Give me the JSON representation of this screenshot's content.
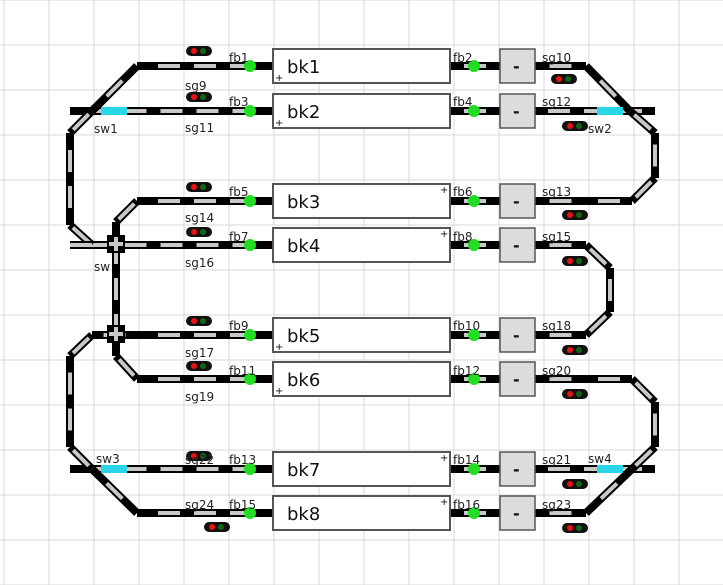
{
  "colors": {
    "grid": "#d9d9d9",
    "track": "#000000",
    "segment": "#c8c8c8",
    "switch_active": "#29d6e6",
    "sensor": "#22dd22",
    "block_border": "#555555",
    "button_fill": "#dcdcdc",
    "signal_body": "#111111",
    "signal_red": "#ee1111",
    "signal_green": "#116611"
  },
  "blocks": [
    {
      "id": "bk1",
      "label": "bk1",
      "plus": "bottom-left"
    },
    {
      "id": "bk2",
      "label": "bk2",
      "plus": "bottom-left"
    },
    {
      "id": "bk3",
      "label": "bk3",
      "plus": "top-right"
    },
    {
      "id": "bk4",
      "label": "bk4",
      "plus": "top-right"
    },
    {
      "id": "bk5",
      "label": "bk5",
      "plus": "bottom-left"
    },
    {
      "id": "bk6",
      "label": "bk6",
      "plus": "bottom-left"
    },
    {
      "id": "bk7",
      "label": "bk7",
      "plus": "top-right"
    },
    {
      "id": "bk8",
      "label": "bk8",
      "plus": "top-right"
    }
  ],
  "plus_glyph": "+",
  "button_label": "-",
  "sensors": [
    {
      "label": "fb1"
    },
    {
      "label": "fb2"
    },
    {
      "label": "fb3"
    },
    {
      "label": "fb4"
    },
    {
      "label": "fb5"
    },
    {
      "label": "fb6"
    },
    {
      "label": "fb7"
    },
    {
      "label": "fb8"
    },
    {
      "label": "fb9"
    },
    {
      "label": "fb10"
    },
    {
      "label": "fb11"
    },
    {
      "label": "fb12"
    },
    {
      "label": "fb13"
    },
    {
      "label": "fb14"
    },
    {
      "label": "fb15"
    },
    {
      "label": "fb16"
    }
  ],
  "signals": [
    {
      "label": "sg9",
      "aspect": "red"
    },
    {
      "label": "sg10",
      "aspect": "red"
    },
    {
      "label": "sg11",
      "aspect": "red"
    },
    {
      "label": "sg12",
      "aspect": "red"
    },
    {
      "label": "sg13",
      "aspect": "red"
    },
    {
      "label": "sg14",
      "aspect": "red"
    },
    {
      "label": "sg15",
      "aspect": "red"
    },
    {
      "label": "sg16",
      "aspect": "red"
    },
    {
      "label": "sg17",
      "aspect": "red"
    },
    {
      "label": "sg18",
      "aspect": "red"
    },
    {
      "label": "sg19",
      "aspect": "red"
    },
    {
      "label": "sg20",
      "aspect": "red"
    },
    {
      "label": "sg21",
      "aspect": "red"
    },
    {
      "label": "sg22",
      "aspect": "red"
    },
    {
      "label": "sg23",
      "aspect": "red"
    },
    {
      "label": "sg24",
      "aspect": "red"
    }
  ],
  "switches": [
    {
      "label": "sw1"
    },
    {
      "label": "sw2"
    },
    {
      "label": "sw3"
    },
    {
      "label": "sw4"
    },
    {
      "label": "sw"
    }
  ]
}
